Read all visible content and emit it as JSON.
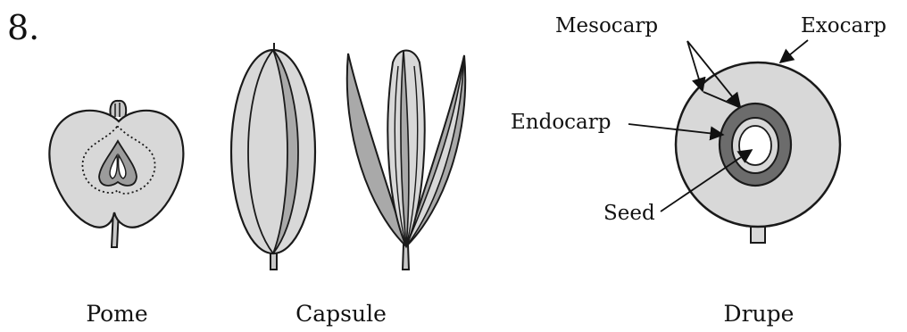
{
  "question_number": "8.",
  "fruits": [
    {
      "id": "pome",
      "caption": "Pome"
    },
    {
      "id": "capsule",
      "caption": "Capsule"
    },
    {
      "id": "drupe",
      "caption": "Drupe"
    }
  ],
  "drupe_labels": {
    "mesocarp": "Mesocarp",
    "exocarp": "Exocarp",
    "endocarp": "Endocarp",
    "seed": "Seed"
  },
  "colors": {
    "light_fill": "#d8d8d8",
    "mid_fill": "#a9a9a9",
    "dark_fill": "#6c6c6c",
    "outline": "#1a1a1a"
  }
}
